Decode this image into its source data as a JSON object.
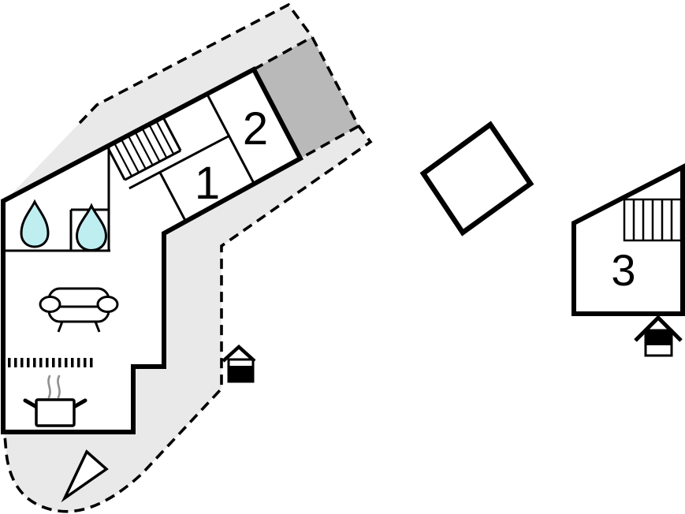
{
  "plan": {
    "type": "holiday-home floor plan",
    "rooms": [
      {
        "id": "room-1",
        "label": "1"
      },
      {
        "id": "room-2",
        "label": "2"
      },
      {
        "id": "room-3",
        "label": "3"
      }
    ],
    "icons": [
      "water-drop-icon",
      "water-drop-icon",
      "sofa-icon",
      "cooking-pot-icon",
      "steam-icon",
      "stairs-icon",
      "stairs-icon",
      "entrance-house-icon",
      "entrance-house-icon",
      "direction-triangle-icon"
    ],
    "colors": {
      "wall": "#000000",
      "lot_fill": "#e9e9e9",
      "covered_terrace_fill": "#b9b9b9",
      "water_drop_fill": "#bfeef1",
      "steam": "#909090",
      "background": "#ffffff"
    }
  }
}
